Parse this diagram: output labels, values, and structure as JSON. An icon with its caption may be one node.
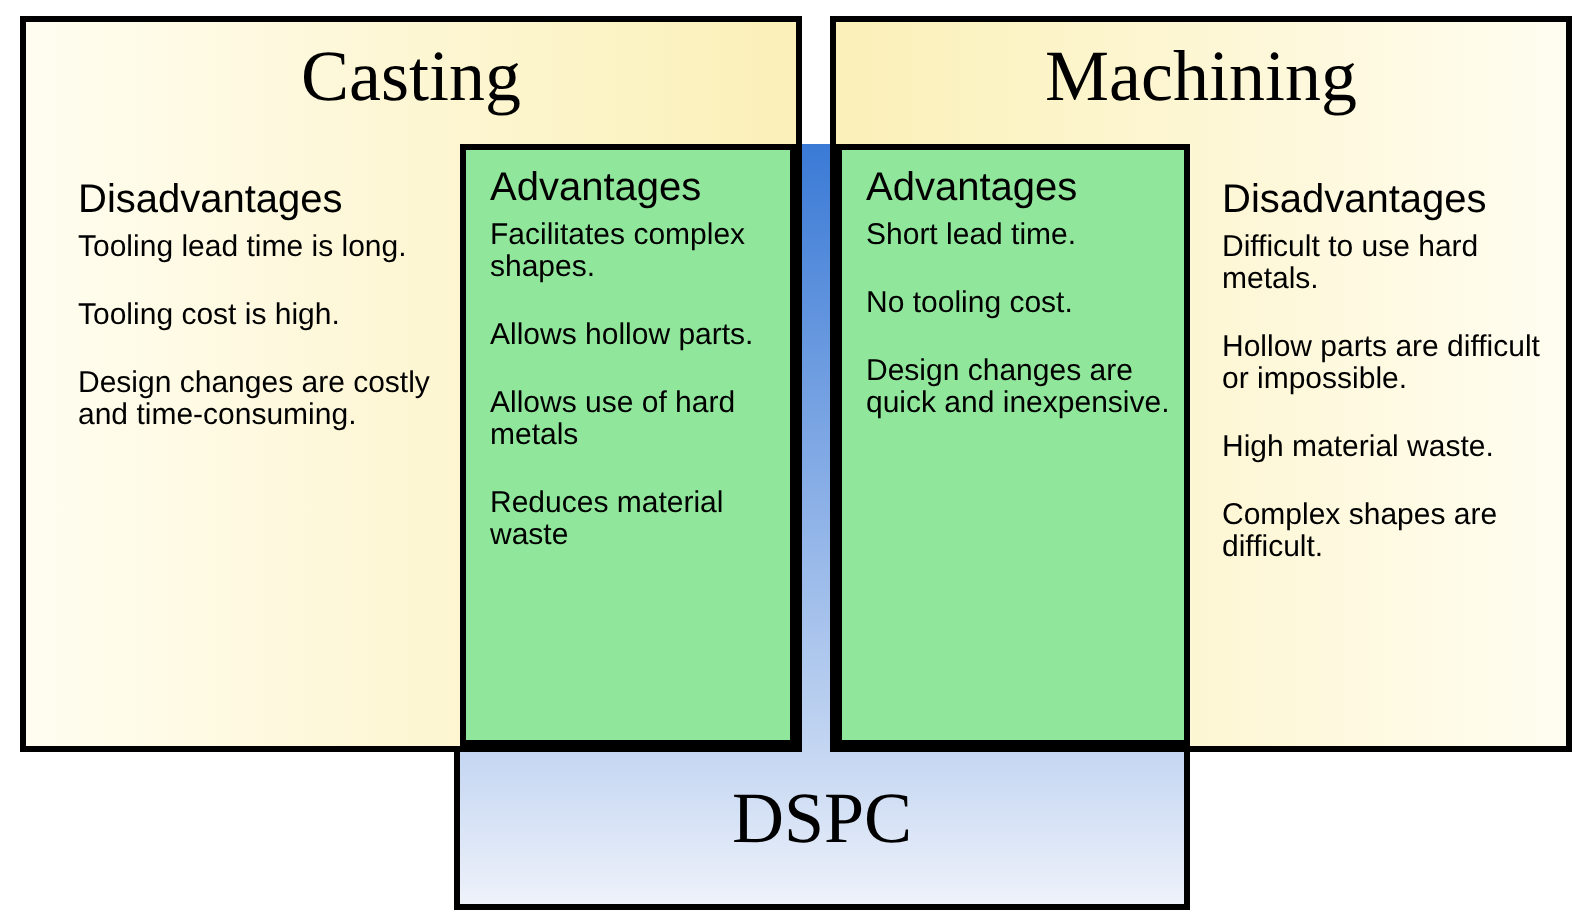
{
  "diagram": {
    "nodes": [
      {
        "text": [
          "Casting",
          "Disadvantages",
          "Tooling lead time is long.",
          "Tooling cost is high.",
          "Design changes are costly and time-consuming."
        ]
      },
      {
        "text": [
          "Advantages",
          "Facilitates complex shapes.",
          "Allows hollow parts.",
          "Allows use of hard metals",
          "Reduces material waste"
        ]
      },
      {
        "text": [
          "Machining",
          "Disadvantages",
          "Difficult to use hard metals.",
          "Hollow parts are difficult or impossible.",
          "High material waste.",
          "Complex shapes are difficult."
        ]
      },
      {
        "text": [
          "Advantages",
          "Short lead time.",
          "No tooling cost.",
          "Design changes are quick and inexpensive."
        ]
      },
      {
        "text": [
          "DSPC"
        ]
      }
    ]
  }
}
